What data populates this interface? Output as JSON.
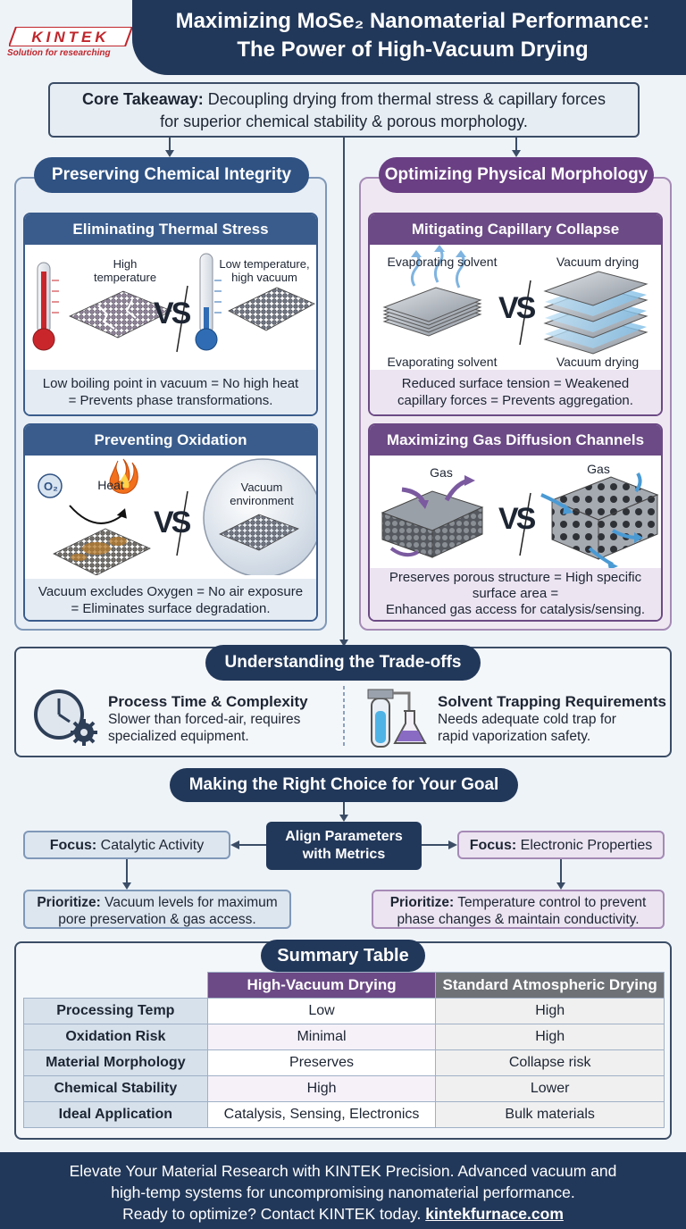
{
  "header": {
    "logo": "KINTEK",
    "logo_tagline": "Solution for researching",
    "title_line1": "Maximizing MoSe₂ Nanomaterial Performance:",
    "title_line2": "The Power of High-Vacuum Drying"
  },
  "core": {
    "label": "Core Takeaway:",
    "text_line1": "Decoupling drying from thermal stress & capillary forces",
    "text_line2": "for superior chemical stability & porous morphology."
  },
  "left_column": {
    "title": "Preserving Chemical Integrity",
    "thermal": {
      "title": "Eliminating Thermal Stress",
      "label_left": "High temperature",
      "label_right": "Low temperature, high vacuum",
      "vs": "VS",
      "foot_line1": "Low boiling point in vacuum = No high heat",
      "foot_line2": "= Prevents phase transformations."
    },
    "oxidation": {
      "title": "Preventing Oxidation",
      "o2": "O₂",
      "heat": "Heat",
      "vacuum_label": "Vacuum environment",
      "vs": "VS",
      "foot_line1": "Vacuum excludes Oxygen = No air exposure",
      "foot_line2": "= Eliminates surface degradation."
    }
  },
  "right_column": {
    "title": "Optimizing Physical Morphology",
    "capillary": {
      "title": "Mitigating Capillary Collapse",
      "label_tl": "Evaporating solvent",
      "label_tr": "Vacuum drying",
      "label_bl": "Evaporating solvent",
      "label_br": "Vacuum drying",
      "vs": "VS",
      "foot_line1": "Reduced surface tension = Weakened",
      "foot_line2": "capillary forces = Prevents aggregation."
    },
    "gas": {
      "title": "Maximizing Gas Diffusion Channels",
      "label_left": "Gas",
      "label_right": "Gas",
      "vs": "VS",
      "foot_line1": "Preserves porous structure = High specific",
      "foot_line2": "surface area =",
      "foot_line3": "Enhanced gas access for catalysis/sensing."
    }
  },
  "tradeoffs": {
    "title": "Understanding the Trade-offs",
    "item1_title": "Process Time & Complexity",
    "item1_line1": "Slower than forced-air, requires",
    "item1_line2": "specialized equipment.",
    "item2_title": "Solvent Trapping Requirements",
    "item2_line1": "Needs adequate cold trap for",
    "item2_line2": "rapid vaporization safety."
  },
  "choice": {
    "title": "Making the Right Choice for Your Goal",
    "align_line1": "Align Parameters",
    "align_line2": "with Metrics",
    "focus_label": "Focus:",
    "focus_left": "Catalytic Activity",
    "focus_right": "Electronic Properties",
    "prio_label": "Prioritize:",
    "prio_left_line1": "Vacuum levels for maximum",
    "prio_left_line2": "pore preservation & gas access.",
    "prio_right_line1": "Temperature control to prevent",
    "prio_right_line2": "phase changes & maintain conductivity."
  },
  "summary": {
    "title": "Summary Table",
    "col1": "High-Vacuum Drying",
    "col2": "Standard Atmospheric Drying",
    "rows": [
      {
        "label": "Processing Temp",
        "hv": "Low",
        "sa": "High"
      },
      {
        "label": "Oxidation Risk",
        "hv": "Minimal",
        "sa": "High"
      },
      {
        "label": "Material Morphology",
        "hv": "Preserves",
        "sa": "Collapse risk"
      },
      {
        "label": "Chemical Stability",
        "hv": "High",
        "sa": "Lower"
      },
      {
        "label": "Ideal Application",
        "hv": "Catalysis, Sensing, Electronics",
        "sa": "Bulk materials"
      }
    ]
  },
  "footer": {
    "line1": "Elevate Your Material Research with KINTEK Precision. Advanced vacuum and",
    "line2": "high-temp systems for uncompromising nanomaterial performance.",
    "line3": "Ready to optimize? Contact KINTEK today.",
    "link": "kintekfurnace.com"
  },
  "colors": {
    "navy": "#22385a",
    "blue_accent": "#2f5283",
    "purple_accent": "#6a3f83",
    "brand_red": "#c0262c"
  }
}
